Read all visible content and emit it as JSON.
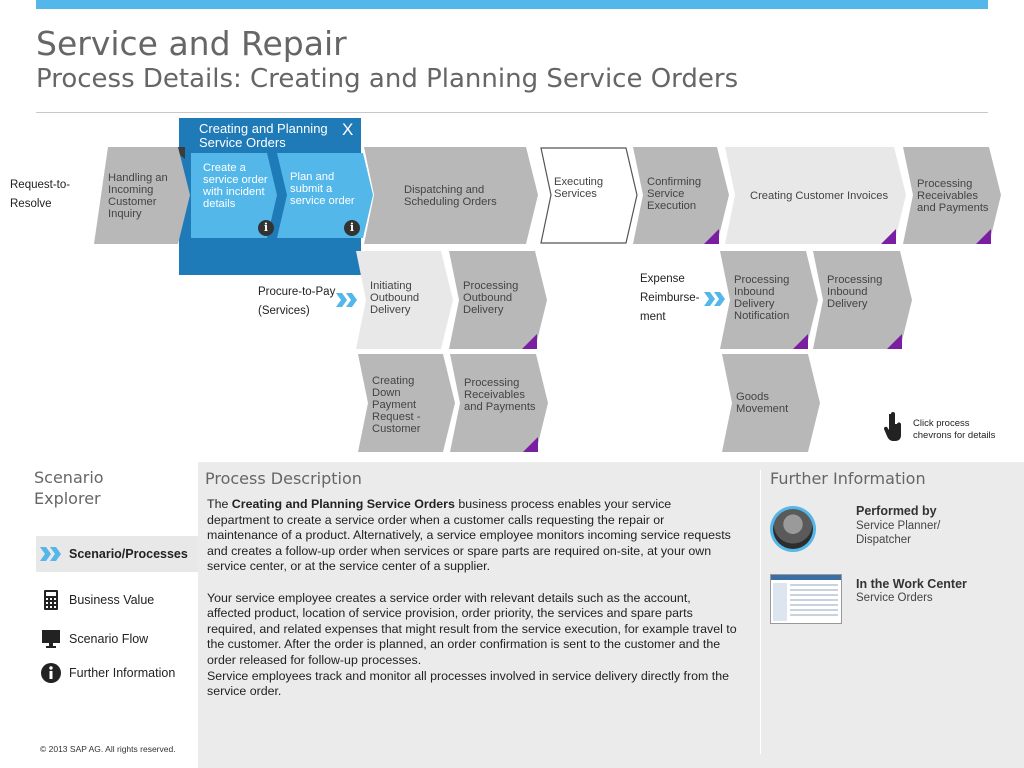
{
  "header": {
    "title": "Service and Repair",
    "subtitle": "Process Details: Creating and Planning Service Orders"
  },
  "colors": {
    "accent_blue": "#54b7ea",
    "expanded_blue": "#1f7ab8",
    "chevron_gray": "#b8b8b8",
    "chevron_light": "#e8e8e8",
    "purple_marker": "#7b1fa2"
  },
  "expanded": {
    "title": "Creating and Planning Service Orders",
    "close_label": "X",
    "sub_steps": [
      {
        "label": "Create a service order with incident details",
        "info": "i"
      },
      {
        "label": "Plan and submit a service order",
        "info": "i"
      }
    ]
  },
  "flows": {
    "request_to_resolve": "Request-to-Resolve",
    "procure_to_pay": "Procure-to-Pay (Services)",
    "expense_reimbursement": "Expense Reimburse-ment"
  },
  "chevrons": {
    "handling_inquiry": "Handling an Incoming Customer Inquiry",
    "dispatching": "Dispatching and Scheduling Orders",
    "executing": "Executing Services",
    "confirming": "Confirming Service Execution",
    "invoices": "Creating Customer Invoices",
    "receivables_top": "Processing Receivables and Payments",
    "outbound_init": "Initiating Outbound Delivery",
    "outbound_proc": "Processing Outbound Delivery",
    "inbound_notif": "Processing Inbound Delivery Notification",
    "inbound_proc": "Processing Inbound Delivery",
    "down_payment": "Creating Down Payment Request - Customer",
    "receivables_bottom": "Processing Receivables and Payments",
    "goods_movement": "Goods Movement"
  },
  "hint": "Click process chevrons for details",
  "scenario_explorer": {
    "title": "Scenario Explorer",
    "items": [
      {
        "label": "Scenario/Processes",
        "icon": "chevrons-icon"
      },
      {
        "label": "Business Value",
        "icon": "calculator-icon"
      },
      {
        "label": "Scenario Flow",
        "icon": "monitor-icon"
      },
      {
        "label": "Further Information",
        "icon": "info-icon"
      }
    ]
  },
  "description": {
    "title": "Process Description",
    "intro_prefix": "The ",
    "intro_bold": "Creating and Planning Service Orders",
    "intro_rest": " business process enables your service department to create a service order when a customer calls requesting the repair or maintenance of a product. Alternatively, a service employee monitors incoming service requests and creates a follow-up order when services or spare parts are required on-site, at your own service center, or at the service center of a supplier.",
    "para2": "Your service employee creates a service order with relevant details such as the account, affected product,  location of service provision, order priority, the services and spare parts required, and related expenses that might result from the service execution, for example travel to the customer. After the order is planned, an order confirmation is sent to the customer and the order released for follow-up processes.",
    "para3": "Service employees track and monitor all processes involved in service delivery directly from the service order."
  },
  "further_info": {
    "title": "Further Information",
    "performed_by_label": "Performed by",
    "performed_by_value": "Service Planner/ Dispatcher",
    "work_center_label": "In the Work Center",
    "work_center_value": "Service Orders"
  },
  "footer": {
    "copyright": "© 2013 SAP AG. All rights reserved."
  }
}
